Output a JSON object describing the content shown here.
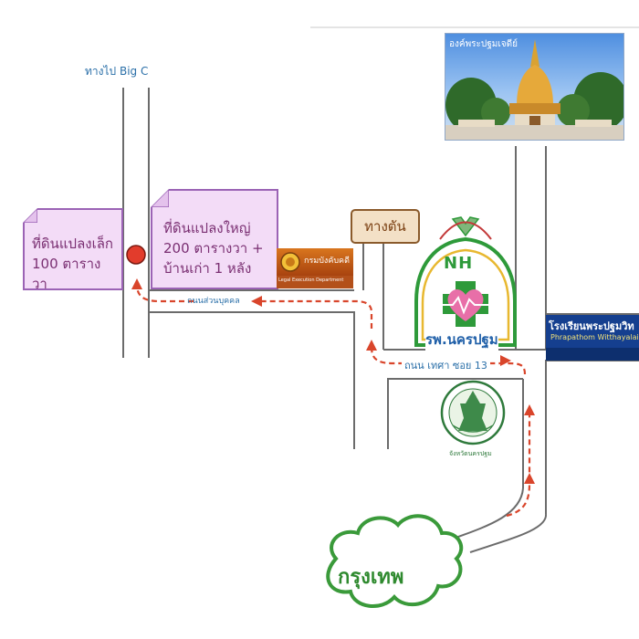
{
  "labels": {
    "to_bigc": "ทางไป Big C",
    "road_suanbukkhon": "ถนนส่วนบุคคล",
    "road_thesa13": "ถนน เทศา ซอย 13",
    "province_caption": "จังหวัดนครปฐม",
    "bangkok": "กรุงเทพ"
  },
  "notes": {
    "small_plot": {
      "line1": "ที่ดินแปลงเล็ก",
      "line2": "100 ตารางวา"
    },
    "large_plot": {
      "line1": "ที่ดินแปลงใหญ่",
      "line2": "200 ตารางวา +",
      "line3": "บ้านเก่า 1 หลัง"
    }
  },
  "deadend": "ทางตัน",
  "landmarks": {
    "chedi_caption": "องค์พระปฐมเจดีย์",
    "hospital_name": "รพ.นครปฐม",
    "hospital_logo": "NH",
    "school_thai": "โรงเรียนพระปฐมวิท",
    "school_en": "Phrapathom Witthayalai",
    "legal_thai": "กรมบังคับคดี",
    "legal_en": "Legal Execution Department"
  },
  "colors": {
    "road": "#6b6b6b",
    "route": "#d9452b",
    "marker": "#e23c2c",
    "note_fill": "#f3dcf7",
    "note_border": "#9b63b5",
    "cloud_border": "#3a9a3a",
    "hospital_green": "#2e9a3a",
    "school_blue": "#153f8f"
  }
}
